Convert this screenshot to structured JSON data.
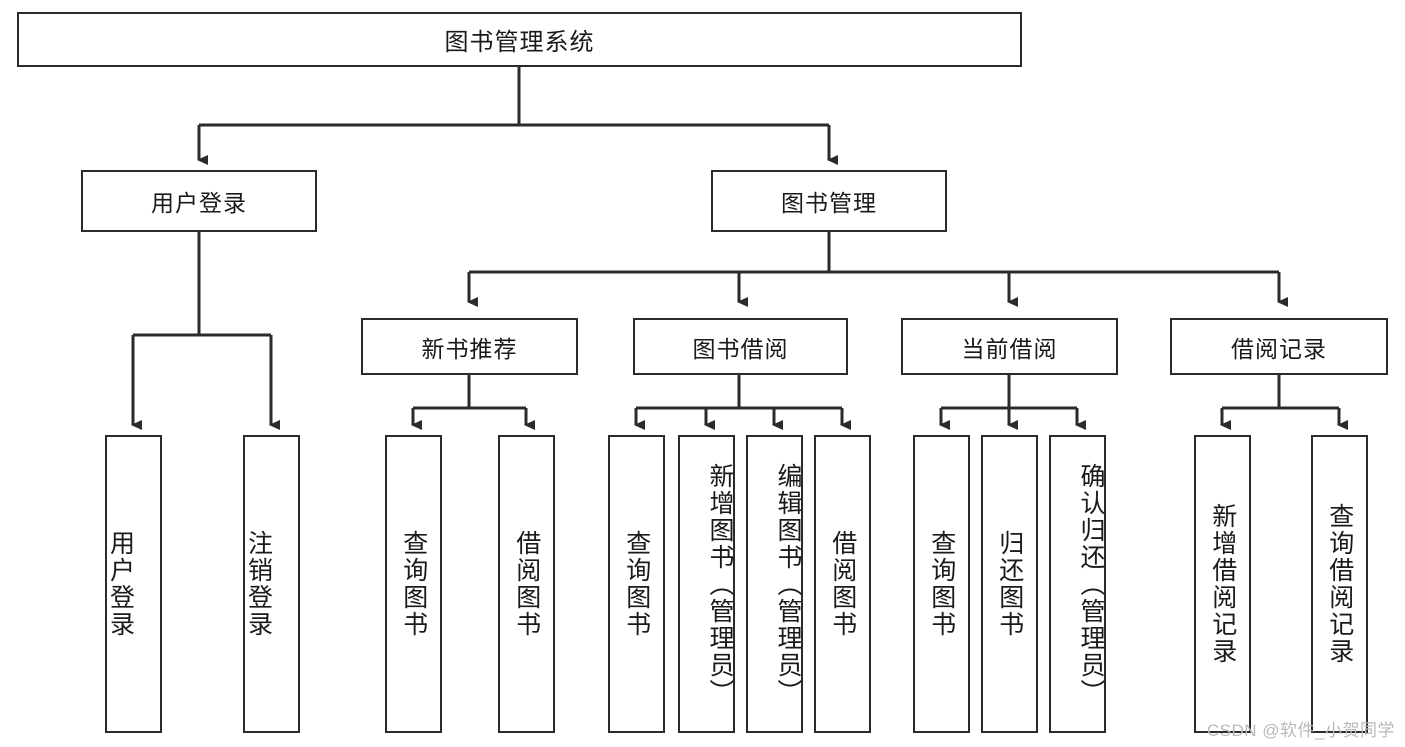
{
  "diagram": {
    "type": "tree",
    "title": "图书管理系统",
    "watermark": "CSDN @软件_小贺同学",
    "colors": {
      "stroke": "#2b2b2b",
      "fill": "#ffffff",
      "text": "#1a1a1a",
      "watermark": "#b9b9b9"
    },
    "nodes": {
      "root": "图书管理系统",
      "level2": {
        "user_login": "用户登录",
        "book_manage": "图书管理"
      },
      "level3": {
        "new_book_rec": "新书推荐",
        "book_borrow": "图书借阅",
        "current_borrow": "当前借阅",
        "borrow_record": "借阅记录"
      },
      "leaves": {
        "user_login_1": "用户登录",
        "user_login_2": "注销登录",
        "new_book_rec_1": "查询图书",
        "new_book_rec_2": "借阅图书",
        "book_borrow_1": "查询图书",
        "book_borrow_2": "新增图书（管理员）",
        "book_borrow_3": "编辑图书（管理员）",
        "book_borrow_4": "借阅图书",
        "current_borrow_1": "查询图书",
        "current_borrow_2": "归还图书",
        "current_borrow_3": "确认归还（管理员）",
        "borrow_record_1": "新增借阅记录",
        "borrow_record_2": "查询借阅记录"
      }
    }
  }
}
